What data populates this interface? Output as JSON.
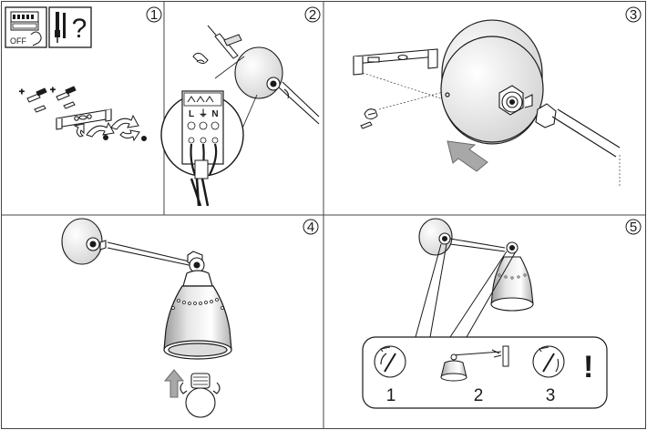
{
  "steps": [
    {
      "number": "1"
    },
    {
      "number": "2"
    },
    {
      "number": "3"
    },
    {
      "number": "4"
    },
    {
      "number": "5"
    }
  ],
  "step1": {
    "switch_label": "OFF",
    "question_glyph": "?",
    "plus_marks": [
      "+",
      "+"
    ]
  },
  "step2": {
    "terminal_labels": [
      "L",
      "⏚",
      "N"
    ]
  },
  "step5": {
    "callout_labels": [
      "1",
      "2",
      "3"
    ],
    "warning_mark": "!"
  },
  "colors": {
    "line": "#1a1a1a",
    "frame": "#444444",
    "arrow_fill": "#a8a8a8",
    "arrow_stroke": "#6a6a6a",
    "shade": "#dcdcdc"
  },
  "icons": [
    "power-switch-off-icon",
    "tools-icon",
    "push-arrow-icon",
    "bulb-icon",
    "wall-plug-icon",
    "screw-icon",
    "warning-icon"
  ]
}
